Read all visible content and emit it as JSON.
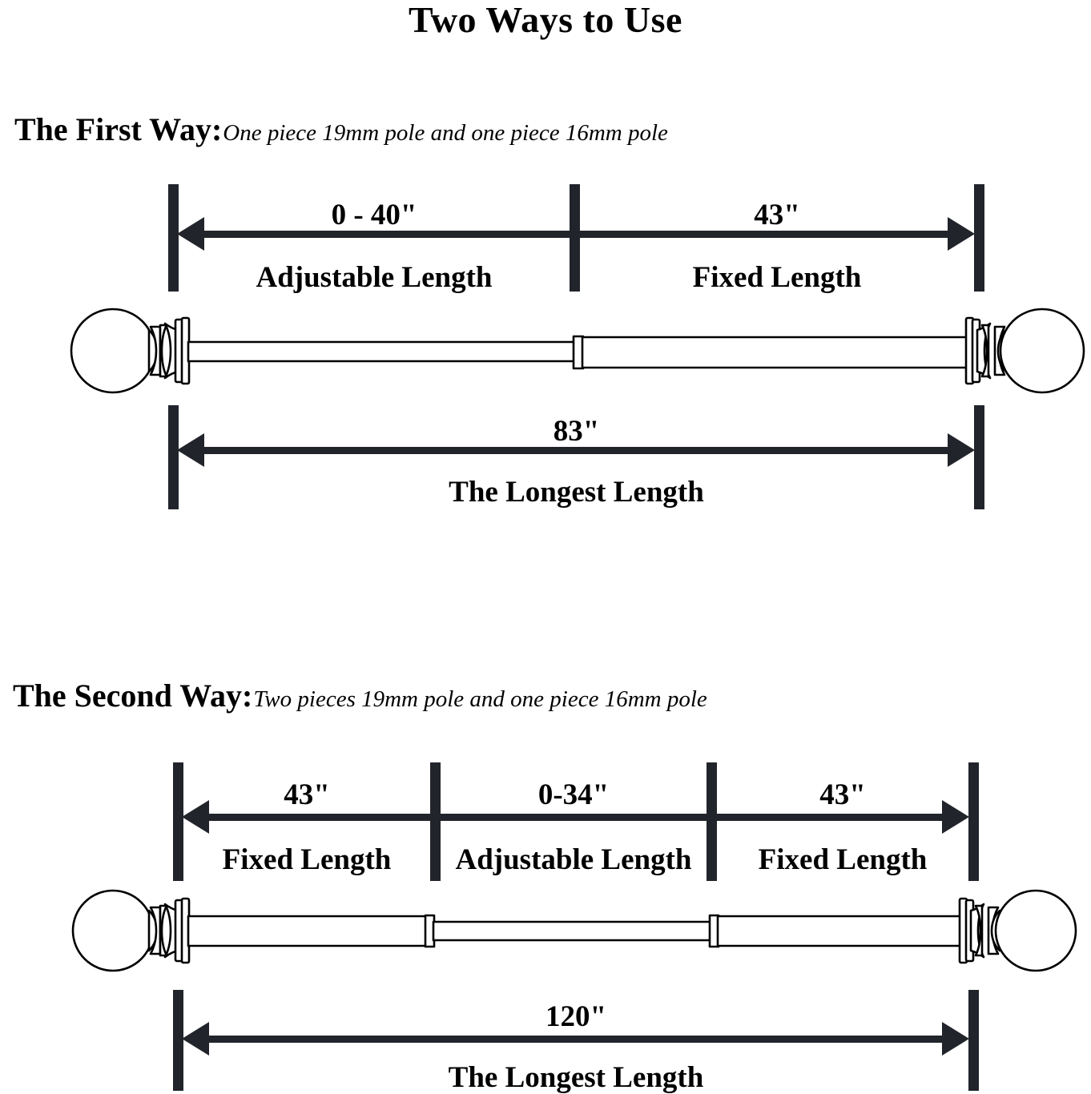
{
  "title": "Two Ways to Use",
  "sections": [
    {
      "id": "first-way",
      "heading": "The First Way:",
      "subheading": "One piece 19mm pole and one piece 16mm pole",
      "top_dimensions": [
        {
          "value": "0 - 40\"",
          "name": "Adjustable Length"
        },
        {
          "value": "43\"",
          "name": "Fixed Length"
        }
      ],
      "bottom_dimension": {
        "value": "83\"",
        "name": "The Longest Length"
      }
    },
    {
      "id": "second-way",
      "heading": "The Second Way:",
      "subheading": "Two pieces 19mm pole and one piece 16mm pole",
      "top_dimensions": [
        {
          "value": "43\"",
          "name": "Fixed Length"
        },
        {
          "value": "0-34\"",
          "name": "Adjustable Length"
        },
        {
          "value": "43\"",
          "name": "Fixed Length"
        }
      ],
      "bottom_dimension": {
        "value": "120\"",
        "name": "The Longest Length"
      }
    }
  ],
  "colors": {
    "ink": "#000000",
    "dimension": "#22242b",
    "background": "#ffffff"
  }
}
